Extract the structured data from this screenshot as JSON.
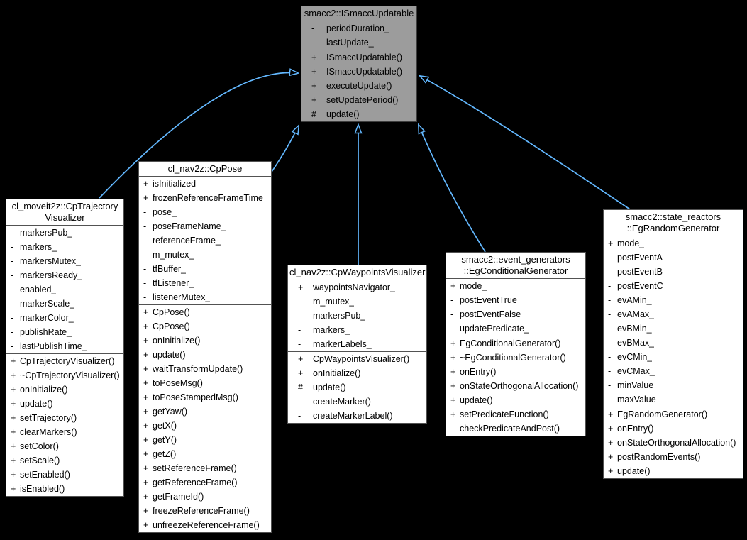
{
  "background_color": "#000000",
  "edge_color": "#63b8ff",
  "box_background": "#ffffff",
  "base_box_background": "#9c9c9c",
  "classes": [
    {
      "id": "ismacc-updatable",
      "title_lines": [
        "smacc2::ISmaccUpdatable"
      ],
      "attributes": [
        {
          "sign": "-",
          "name": "periodDuration_"
        },
        {
          "sign": "-",
          "name": "lastUpdate_"
        }
      ],
      "methods": [
        {
          "sign": "+",
          "name": "ISmaccUpdatable()"
        },
        {
          "sign": "+",
          "name": "ISmaccUpdatable()"
        },
        {
          "sign": "+",
          "name": "executeUpdate()"
        },
        {
          "sign": "+",
          "name": "setUpdatePeriod()"
        },
        {
          "sign": "#",
          "name": "update()"
        }
      ]
    },
    {
      "id": "cp-trajectory-visualizer",
      "title_lines": [
        "cl_moveit2z::CpTrajectory",
        "Visualizer"
      ],
      "attributes": [
        {
          "sign": "-",
          "name": "markersPub_"
        },
        {
          "sign": "-",
          "name": "markers_"
        },
        {
          "sign": "-",
          "name": "markersMutex_"
        },
        {
          "sign": "-",
          "name": "markersReady_"
        },
        {
          "sign": "-",
          "name": "enabled_"
        },
        {
          "sign": "-",
          "name": "markerScale_"
        },
        {
          "sign": "-",
          "name": "markerColor_"
        },
        {
          "sign": "-",
          "name": "publishRate_"
        },
        {
          "sign": "-",
          "name": "lastPublishTime_"
        }
      ],
      "methods": [
        {
          "sign": "+",
          "name": "CpTrajectoryVisualizer()"
        },
        {
          "sign": "+",
          "name": "~CpTrajectoryVisualizer()"
        },
        {
          "sign": "+",
          "name": "onInitialize()"
        },
        {
          "sign": "+",
          "name": "update()"
        },
        {
          "sign": "+",
          "name": "setTrajectory()"
        },
        {
          "sign": "+",
          "name": "clearMarkers()"
        },
        {
          "sign": "+",
          "name": "setColor()"
        },
        {
          "sign": "+",
          "name": "setScale()"
        },
        {
          "sign": "+",
          "name": "setEnabled()"
        },
        {
          "sign": "+",
          "name": "isEnabled()"
        }
      ]
    },
    {
      "id": "cp-pose",
      "title_lines": [
        "cl_nav2z::CpPose"
      ],
      "attributes": [
        {
          "sign": "+",
          "name": "isInitialized"
        },
        {
          "sign": "+",
          "name": "frozenReferenceFrameTime"
        },
        {
          "sign": "-",
          "name": "pose_"
        },
        {
          "sign": "-",
          "name": "poseFrameName_"
        },
        {
          "sign": "-",
          "name": "referenceFrame_"
        },
        {
          "sign": "-",
          "name": "m_mutex_"
        },
        {
          "sign": "-",
          "name": "tfBuffer_"
        },
        {
          "sign": "-",
          "name": "tfListener_"
        },
        {
          "sign": "-",
          "name": "listenerMutex_"
        }
      ],
      "methods": [
        {
          "sign": "+",
          "name": "CpPose()"
        },
        {
          "sign": "+",
          "name": "CpPose()"
        },
        {
          "sign": "+",
          "name": "onInitialize()"
        },
        {
          "sign": "+",
          "name": "update()"
        },
        {
          "sign": "+",
          "name": "waitTransformUpdate()"
        },
        {
          "sign": "+",
          "name": "toPoseMsg()"
        },
        {
          "sign": "+",
          "name": "toPoseStampedMsg()"
        },
        {
          "sign": "+",
          "name": "getYaw()"
        },
        {
          "sign": "+",
          "name": "getX()"
        },
        {
          "sign": "+",
          "name": "getY()"
        },
        {
          "sign": "+",
          "name": "getZ()"
        },
        {
          "sign": "+",
          "name": "setReferenceFrame()"
        },
        {
          "sign": "+",
          "name": "getReferenceFrame()"
        },
        {
          "sign": "+",
          "name": "getFrameId()"
        },
        {
          "sign": "+",
          "name": "freezeReferenceFrame()"
        },
        {
          "sign": "+",
          "name": "unfreezeReferenceFrame()"
        }
      ]
    },
    {
      "id": "cp-waypoints-visualizer",
      "title_lines": [
        "cl_nav2z::CpWaypointsVisualizer"
      ],
      "attributes": [
        {
          "sign": "+",
          "name": "waypointsNavigator_"
        },
        {
          "sign": "-",
          "name": "m_mutex_"
        },
        {
          "sign": "-",
          "name": "markersPub_"
        },
        {
          "sign": "-",
          "name": "markers_"
        },
        {
          "sign": "-",
          "name": "markerLabels_"
        }
      ],
      "methods": [
        {
          "sign": "+",
          "name": "CpWaypointsVisualizer()"
        },
        {
          "sign": "+",
          "name": "onInitialize()"
        },
        {
          "sign": "#",
          "name": "update()"
        },
        {
          "sign": "-",
          "name": "createMarker()"
        },
        {
          "sign": "-",
          "name": "createMarkerLabel()"
        }
      ]
    },
    {
      "id": "eg-conditional-generator",
      "title_lines": [
        "smacc2::event_generators",
        "::EgConditionalGenerator"
      ],
      "attributes": [
        {
          "sign": "+",
          "name": "mode_"
        },
        {
          "sign": "-",
          "name": "postEventTrue"
        },
        {
          "sign": "-",
          "name": "postEventFalse"
        },
        {
          "sign": "-",
          "name": "updatePredicate_"
        }
      ],
      "methods": [
        {
          "sign": "+",
          "name": "EgConditionalGenerator()"
        },
        {
          "sign": "+",
          "name": "~EgConditionalGenerator()"
        },
        {
          "sign": "+",
          "name": "onEntry()"
        },
        {
          "sign": "+",
          "name": "onStateOrthogonalAllocation()"
        },
        {
          "sign": "+",
          "name": "update()"
        },
        {
          "sign": "+",
          "name": "setPredicateFunction()"
        },
        {
          "sign": "-",
          "name": "checkPredicateAndPost()"
        }
      ]
    },
    {
      "id": "eg-random-generator",
      "title_lines": [
        "smacc2::state_reactors",
        "::EgRandomGenerator"
      ],
      "attributes": [
        {
          "sign": "+",
          "name": "mode_"
        },
        {
          "sign": "-",
          "name": "postEventA"
        },
        {
          "sign": "-",
          "name": "postEventB"
        },
        {
          "sign": "-",
          "name": "postEventC"
        },
        {
          "sign": "-",
          "name": "evAMin_"
        },
        {
          "sign": "-",
          "name": "evAMax_"
        },
        {
          "sign": "-",
          "name": "evBMin_"
        },
        {
          "sign": "-",
          "name": "evBMax_"
        },
        {
          "sign": "-",
          "name": "evCMin_"
        },
        {
          "sign": "-",
          "name": "evCMax_"
        },
        {
          "sign": "-",
          "name": "minValue"
        },
        {
          "sign": "-",
          "name": "maxValue"
        }
      ],
      "methods": [
        {
          "sign": "+",
          "name": "EgRandomGenerator()"
        },
        {
          "sign": "+",
          "name": "onEntry()"
        },
        {
          "sign": "+",
          "name": "onStateOrthogonalAllocation()"
        },
        {
          "sign": "+",
          "name": "postRandomEvents()"
        },
        {
          "sign": "+",
          "name": "update()"
        }
      ]
    }
  ],
  "edges": [
    {
      "from": "cp-trajectory-visualizer",
      "to": "ismacc-updatable",
      "type": "inheritance"
    },
    {
      "from": "cp-pose",
      "to": "ismacc-updatable",
      "type": "inheritance"
    },
    {
      "from": "cp-waypoints-visualizer",
      "to": "ismacc-updatable",
      "type": "inheritance"
    },
    {
      "from": "eg-conditional-generator",
      "to": "ismacc-updatable",
      "type": "inheritance"
    },
    {
      "from": "eg-random-generator",
      "to": "ismacc-updatable",
      "type": "inheritance"
    }
  ]
}
